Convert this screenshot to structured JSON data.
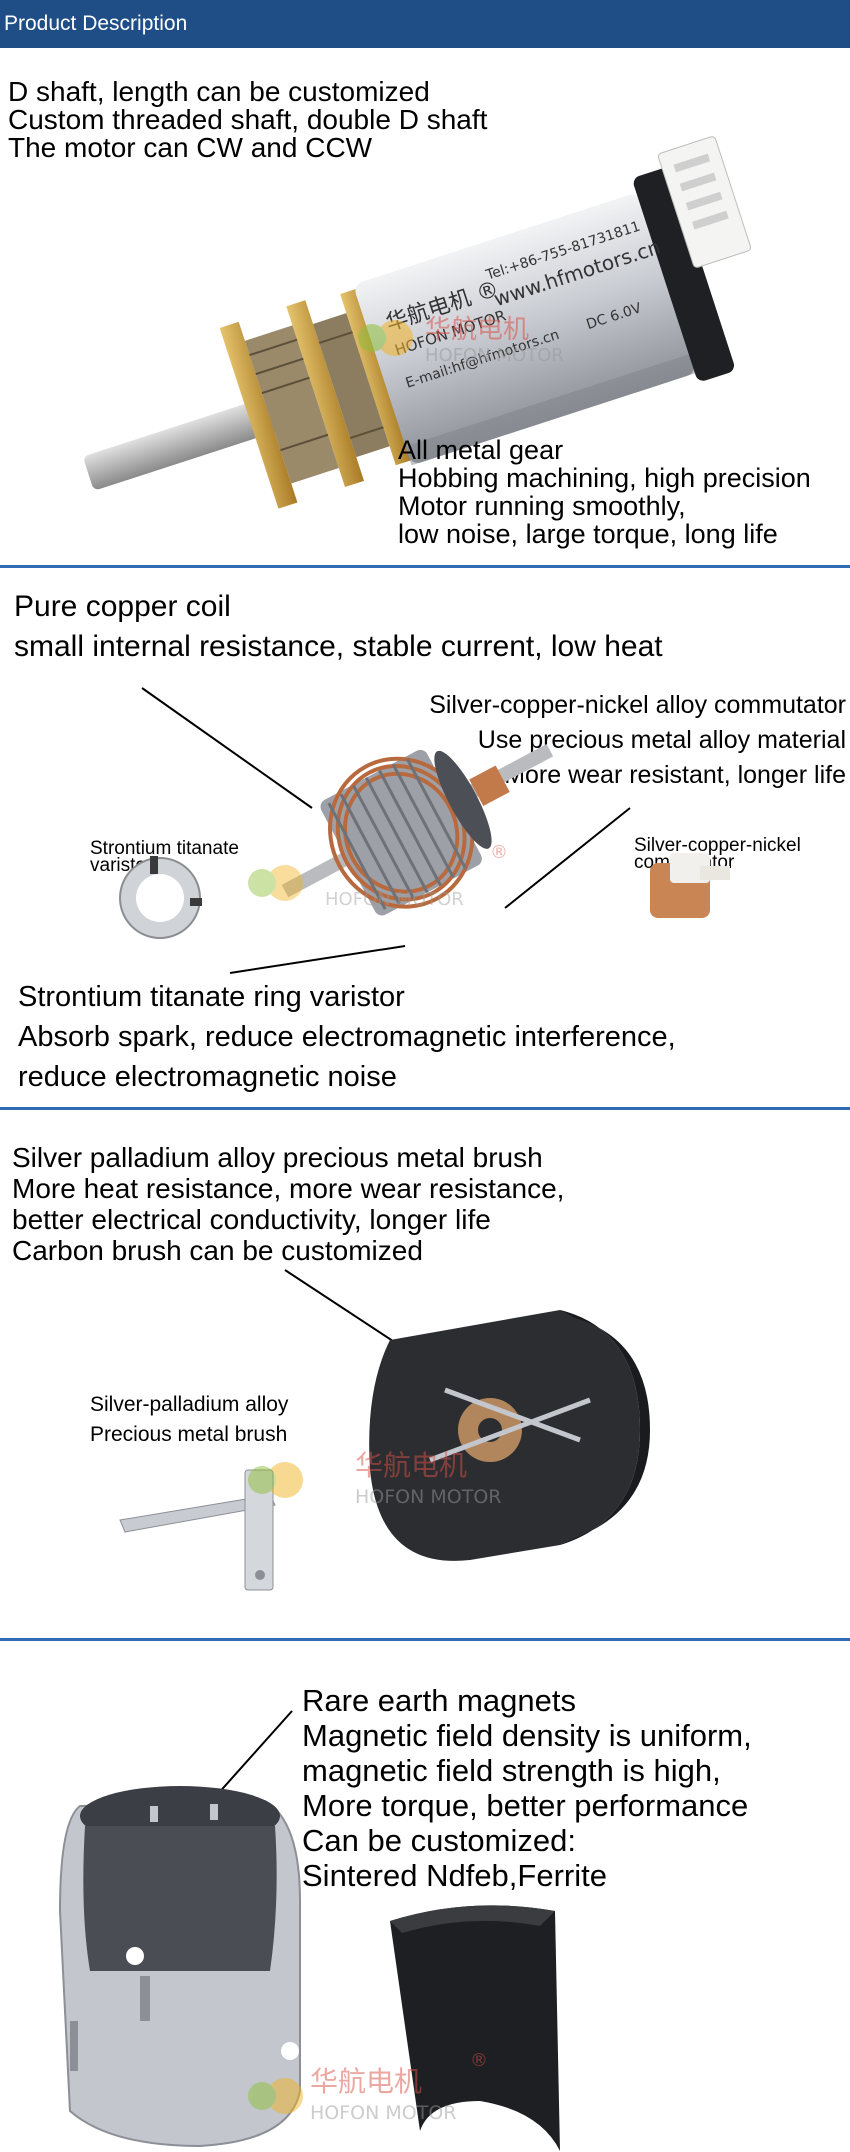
{
  "header": {
    "title": "Product Description"
  },
  "section1": {
    "intro": [
      "D shaft, length can be customized",
      "Custom threaded shaft, double D shaft",
      "The motor can CW and CCW"
    ],
    "gear": [
      "All metal gear",
      "Hobbing machining, high precision",
      "Motor running smoothly,",
      "low noise, large torque, long life"
    ],
    "label_brand_cn": "华航电机 ®",
    "label_brand_en": "HOFON MOTOR",
    "label_tel": "Tel:+86-755-81731811",
    "label_web": "www.hfmotors.cn",
    "label_email": "E-mail:hf@hfmotors.cn",
    "label_voltage": "DC 6.0V"
  },
  "section2": {
    "coil": [
      "Pure copper coil",
      "small internal resistance, stable current, low heat"
    ],
    "commutator": [
      "Silver-copper-nickel alloy commutator",
      "Use precious metal alloy material",
      "More wear resistant, longer life"
    ],
    "varistor_small": [
      "Strontium titanate",
      "varistor"
    ],
    "commutator_small": [
      "Silver-copper-nickel",
      "commutator"
    ],
    "varistor": [
      "Strontium titanate ring varistor",
      "Absorb spark, reduce electromagnetic interference,",
      "reduce electromagnetic noise"
    ]
  },
  "section3": {
    "brush": [
      "Silver palladium alloy precious metal brush",
      "More heat resistance, more wear resistance,",
      "better electrical conductivity, longer life",
      "Carbon brush can be customized"
    ],
    "brush_small": [
      "Silver-palladium alloy",
      "Precious metal brush"
    ]
  },
  "section4": {
    "magnets": [
      "Rare earth magnets",
      "Magnetic field density is uniform,",
      "magnetic field strength is high,",
      "More torque, better performance",
      "Can be customized:",
      "Sintered Ndfeb,Ferrite"
    ]
  },
  "watermark": {
    "cn": "华航电机",
    "en": "HOFON MOTOR",
    "reg": "®"
  },
  "colors": {
    "header_bg": "#1f4e86",
    "divider": "#2f6cb5",
    "brass": "#c99a3c",
    "copper": "#b86a3e",
    "silver": "#c3c6cc",
    "black_part": "#2a2c30"
  }
}
